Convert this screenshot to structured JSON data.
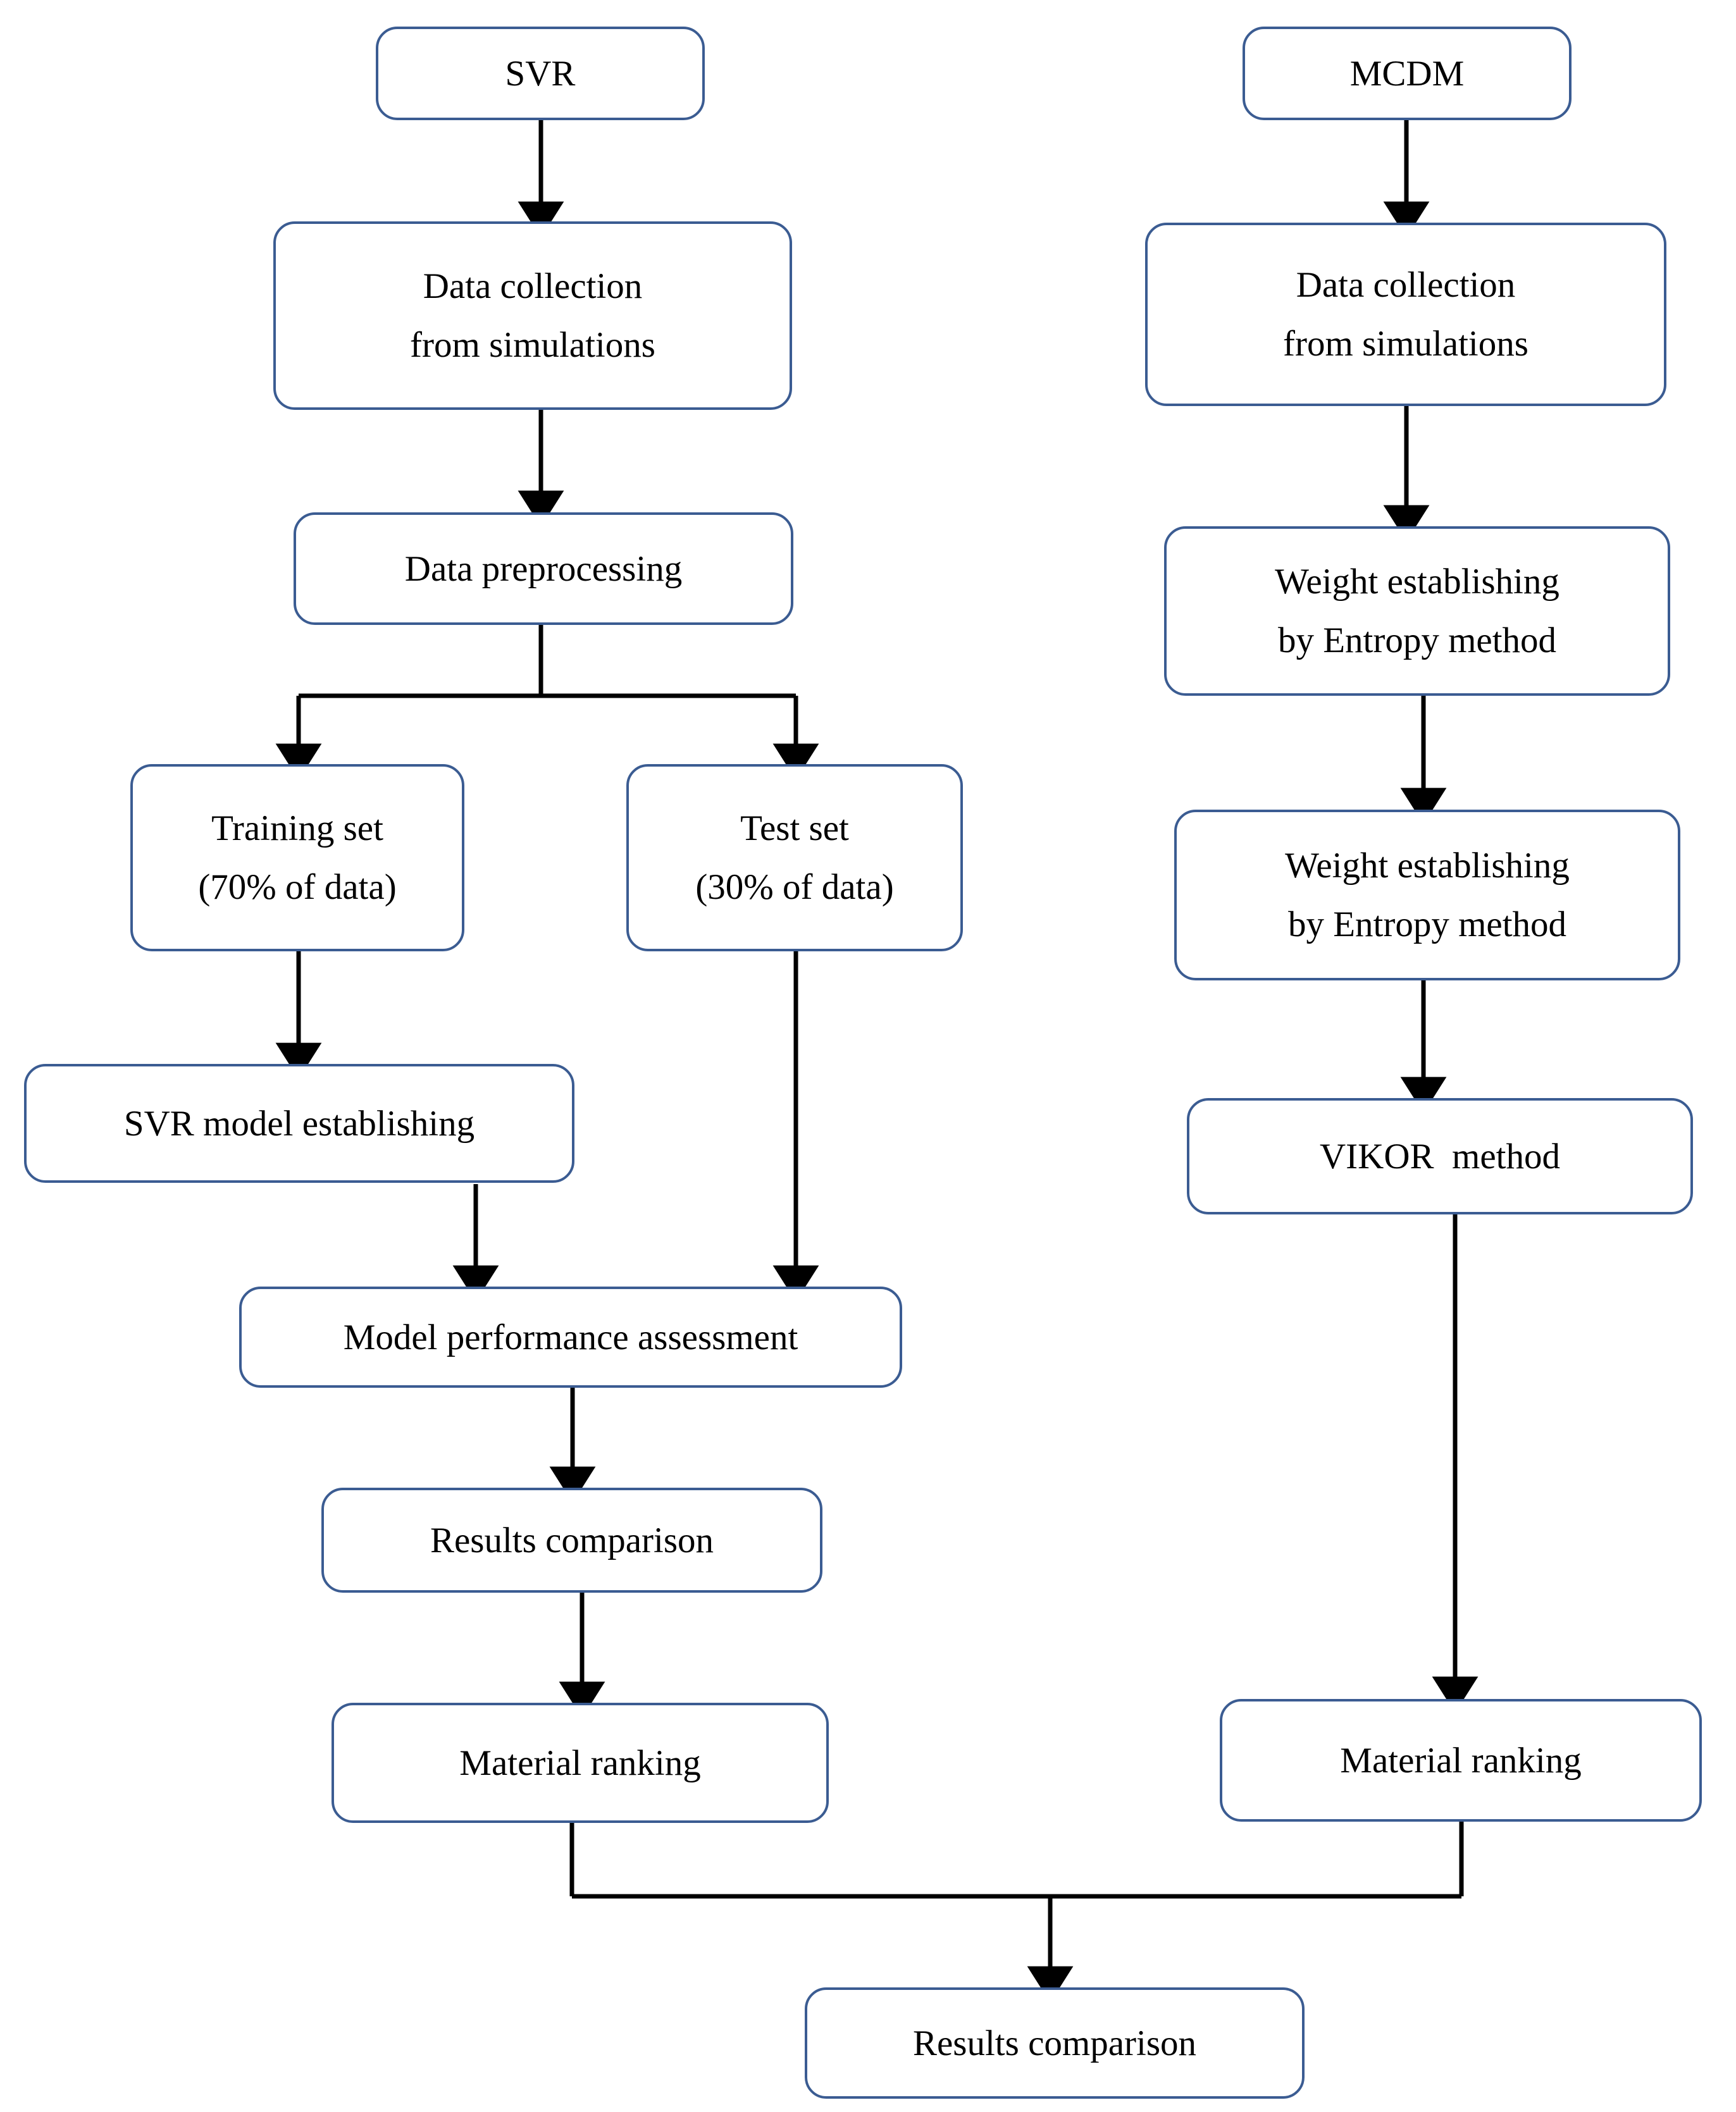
{
  "diagram": {
    "title": "SVR and MCDM material selection methodology flowchart",
    "accent_color": "#3b5c92",
    "connector_color": "#000000",
    "background_color": "#ffffff",
    "columns": [
      {
        "id": "svr",
        "label": "SVR"
      },
      {
        "id": "mcdm",
        "label": "MCDM"
      }
    ],
    "nodes": [
      {
        "id": "svr",
        "lines": [
          "SVR"
        ]
      },
      {
        "id": "svr-data",
        "lines": [
          "Data collection",
          "from simulations"
        ]
      },
      {
        "id": "svr-preprocess",
        "lines": [
          "Data preprocessing"
        ]
      },
      {
        "id": "train-set",
        "lines": [
          "Training set",
          "(70% of data)"
        ]
      },
      {
        "id": "test-set",
        "lines": [
          "Test set",
          "(30% of data)"
        ]
      },
      {
        "id": "svr-model",
        "lines": [
          "SVR model establishing"
        ]
      },
      {
        "id": "model-perf",
        "lines": [
          "Model performance assessment"
        ]
      },
      {
        "id": "svr-results",
        "lines": [
          "Results comparison"
        ]
      },
      {
        "id": "svr-ranking",
        "lines": [
          "Material ranking"
        ]
      },
      {
        "id": "mcdm",
        "lines": [
          "MCDM"
        ]
      },
      {
        "id": "mcdm-data",
        "lines": [
          "Data collection",
          "from simulations"
        ]
      },
      {
        "id": "weight-1",
        "lines": [
          "Weight establishing",
          "by Entropy method"
        ]
      },
      {
        "id": "weight-2",
        "lines": [
          "Weight establishing",
          "by Entropy method"
        ]
      },
      {
        "id": "vikor",
        "lines": [
          "VIKOR  method"
        ]
      },
      {
        "id": "mcdm-ranking",
        "lines": [
          "Material ranking"
        ]
      },
      {
        "id": "final-results",
        "lines": [
          "Results comparison"
        ]
      }
    ],
    "edges": [
      {
        "from": "svr",
        "to": "svr-data"
      },
      {
        "from": "svr-data",
        "to": "svr-preprocess"
      },
      {
        "from": "svr-preprocess",
        "to": "train-set"
      },
      {
        "from": "svr-preprocess",
        "to": "test-set"
      },
      {
        "from": "train-set",
        "to": "svr-model"
      },
      {
        "from": "svr-model",
        "to": "model-perf"
      },
      {
        "from": "test-set",
        "to": "model-perf"
      },
      {
        "from": "model-perf",
        "to": "svr-results"
      },
      {
        "from": "svr-results",
        "to": "svr-ranking"
      },
      {
        "from": "mcdm",
        "to": "mcdm-data"
      },
      {
        "from": "mcdm-data",
        "to": "weight-1"
      },
      {
        "from": "weight-1",
        "to": "weight-2"
      },
      {
        "from": "weight-2",
        "to": "vikor"
      },
      {
        "from": "vikor",
        "to": "mcdm-ranking"
      },
      {
        "from": "svr-ranking",
        "to": "final-results"
      },
      {
        "from": "mcdm-ranking",
        "to": "final-results"
      }
    ]
  }
}
